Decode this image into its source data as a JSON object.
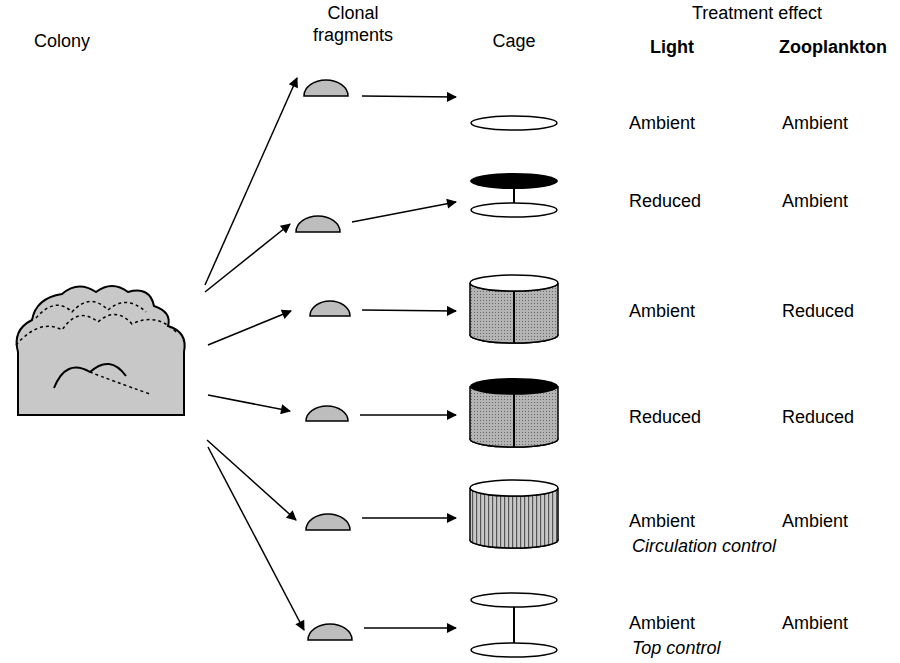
{
  "diagram": {
    "labels": [
      "Colony",
      "Clonal fragments",
      "Cage",
      "Treatment effect",
      "Light",
      "Zooplankton",
      "Ambient",
      "Ambient",
      "Reduced",
      "Ambient",
      "Ambient",
      "Reduced",
      "Reduced",
      "Reduced",
      "Ambient",
      "Ambient",
      "Circulation control",
      "Ambient",
      "Ambient",
      "Top control"
    ]
  }
}
